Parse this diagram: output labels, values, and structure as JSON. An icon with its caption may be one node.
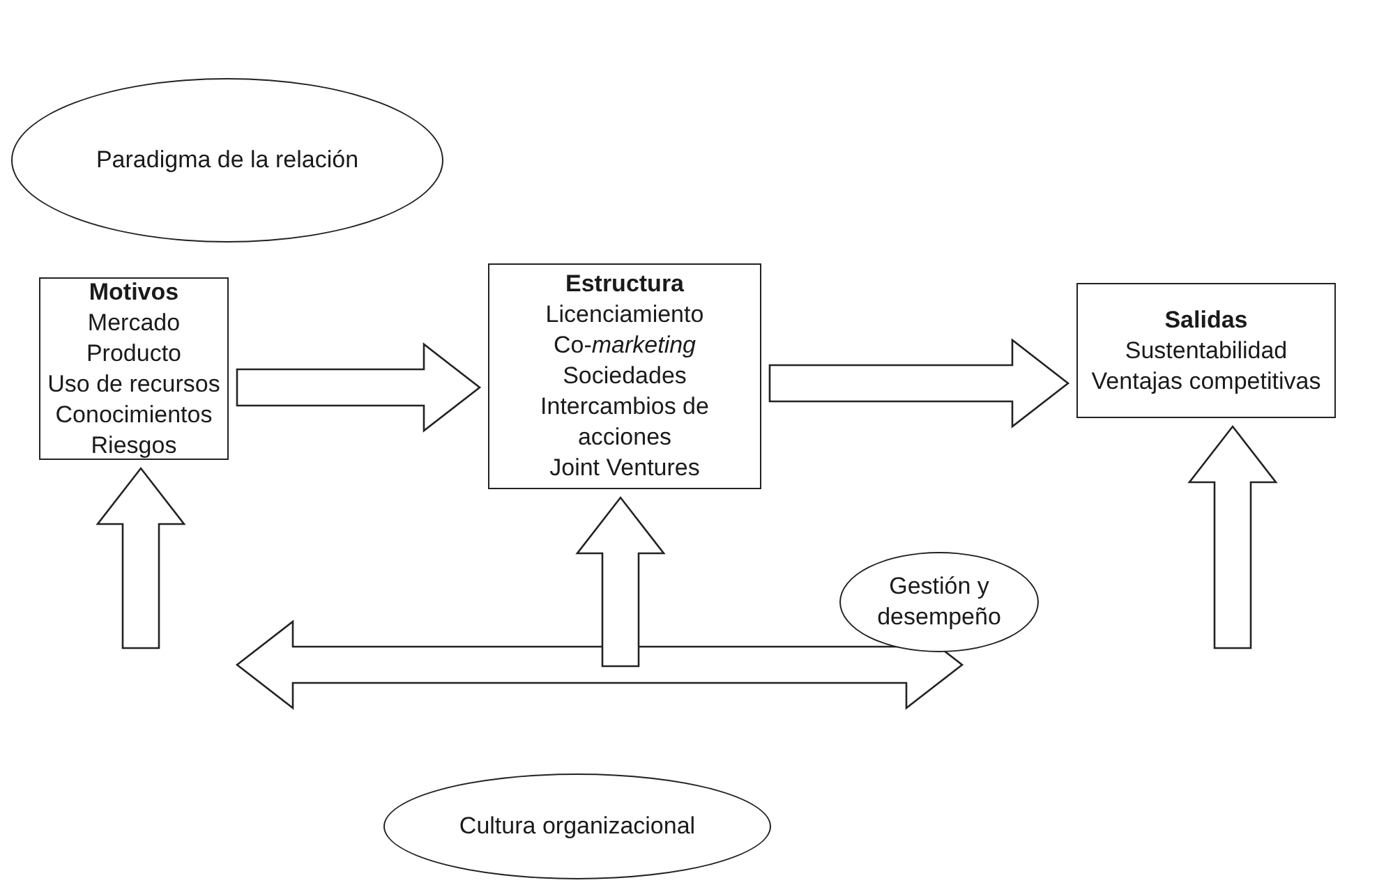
{
  "diagram": {
    "nodes": [
      {
        "text": [
          "Paradigma de la relación"
        ]
      },
      {
        "text": [
          "Motivos",
          "Mercado",
          "Producto",
          "Uso de recursos",
          "Conocimientos",
          "Riesgos"
        ]
      },
      {
        "text": [
          "Estructura",
          "Licenciamiento",
          "Co-*marketing*",
          "Sociedades",
          "Intercambios de acciones",
          "Joint Ventures"
        ]
      },
      {
        "text": [
          "Salidas",
          "Sustentabilidad",
          "Ventajas competitivas"
        ]
      },
      {
        "text": [
          "Gestión y desempeño"
        ]
      },
      {
        "text": [
          "Cultura organizacional"
        ]
      }
    ],
    "edges": [
      {
        "from": 1,
        "to": 2,
        "arrow": "to"
      },
      {
        "from": 2,
        "to": 3,
        "arrow": "to"
      },
      {
        "from": null,
        "to": 1,
        "arrow": "to"
      },
      {
        "from": null,
        "to": 2,
        "arrow": "to"
      },
      {
        "from": null,
        "to": 3,
        "arrow": "to"
      }
    ]
  }
}
